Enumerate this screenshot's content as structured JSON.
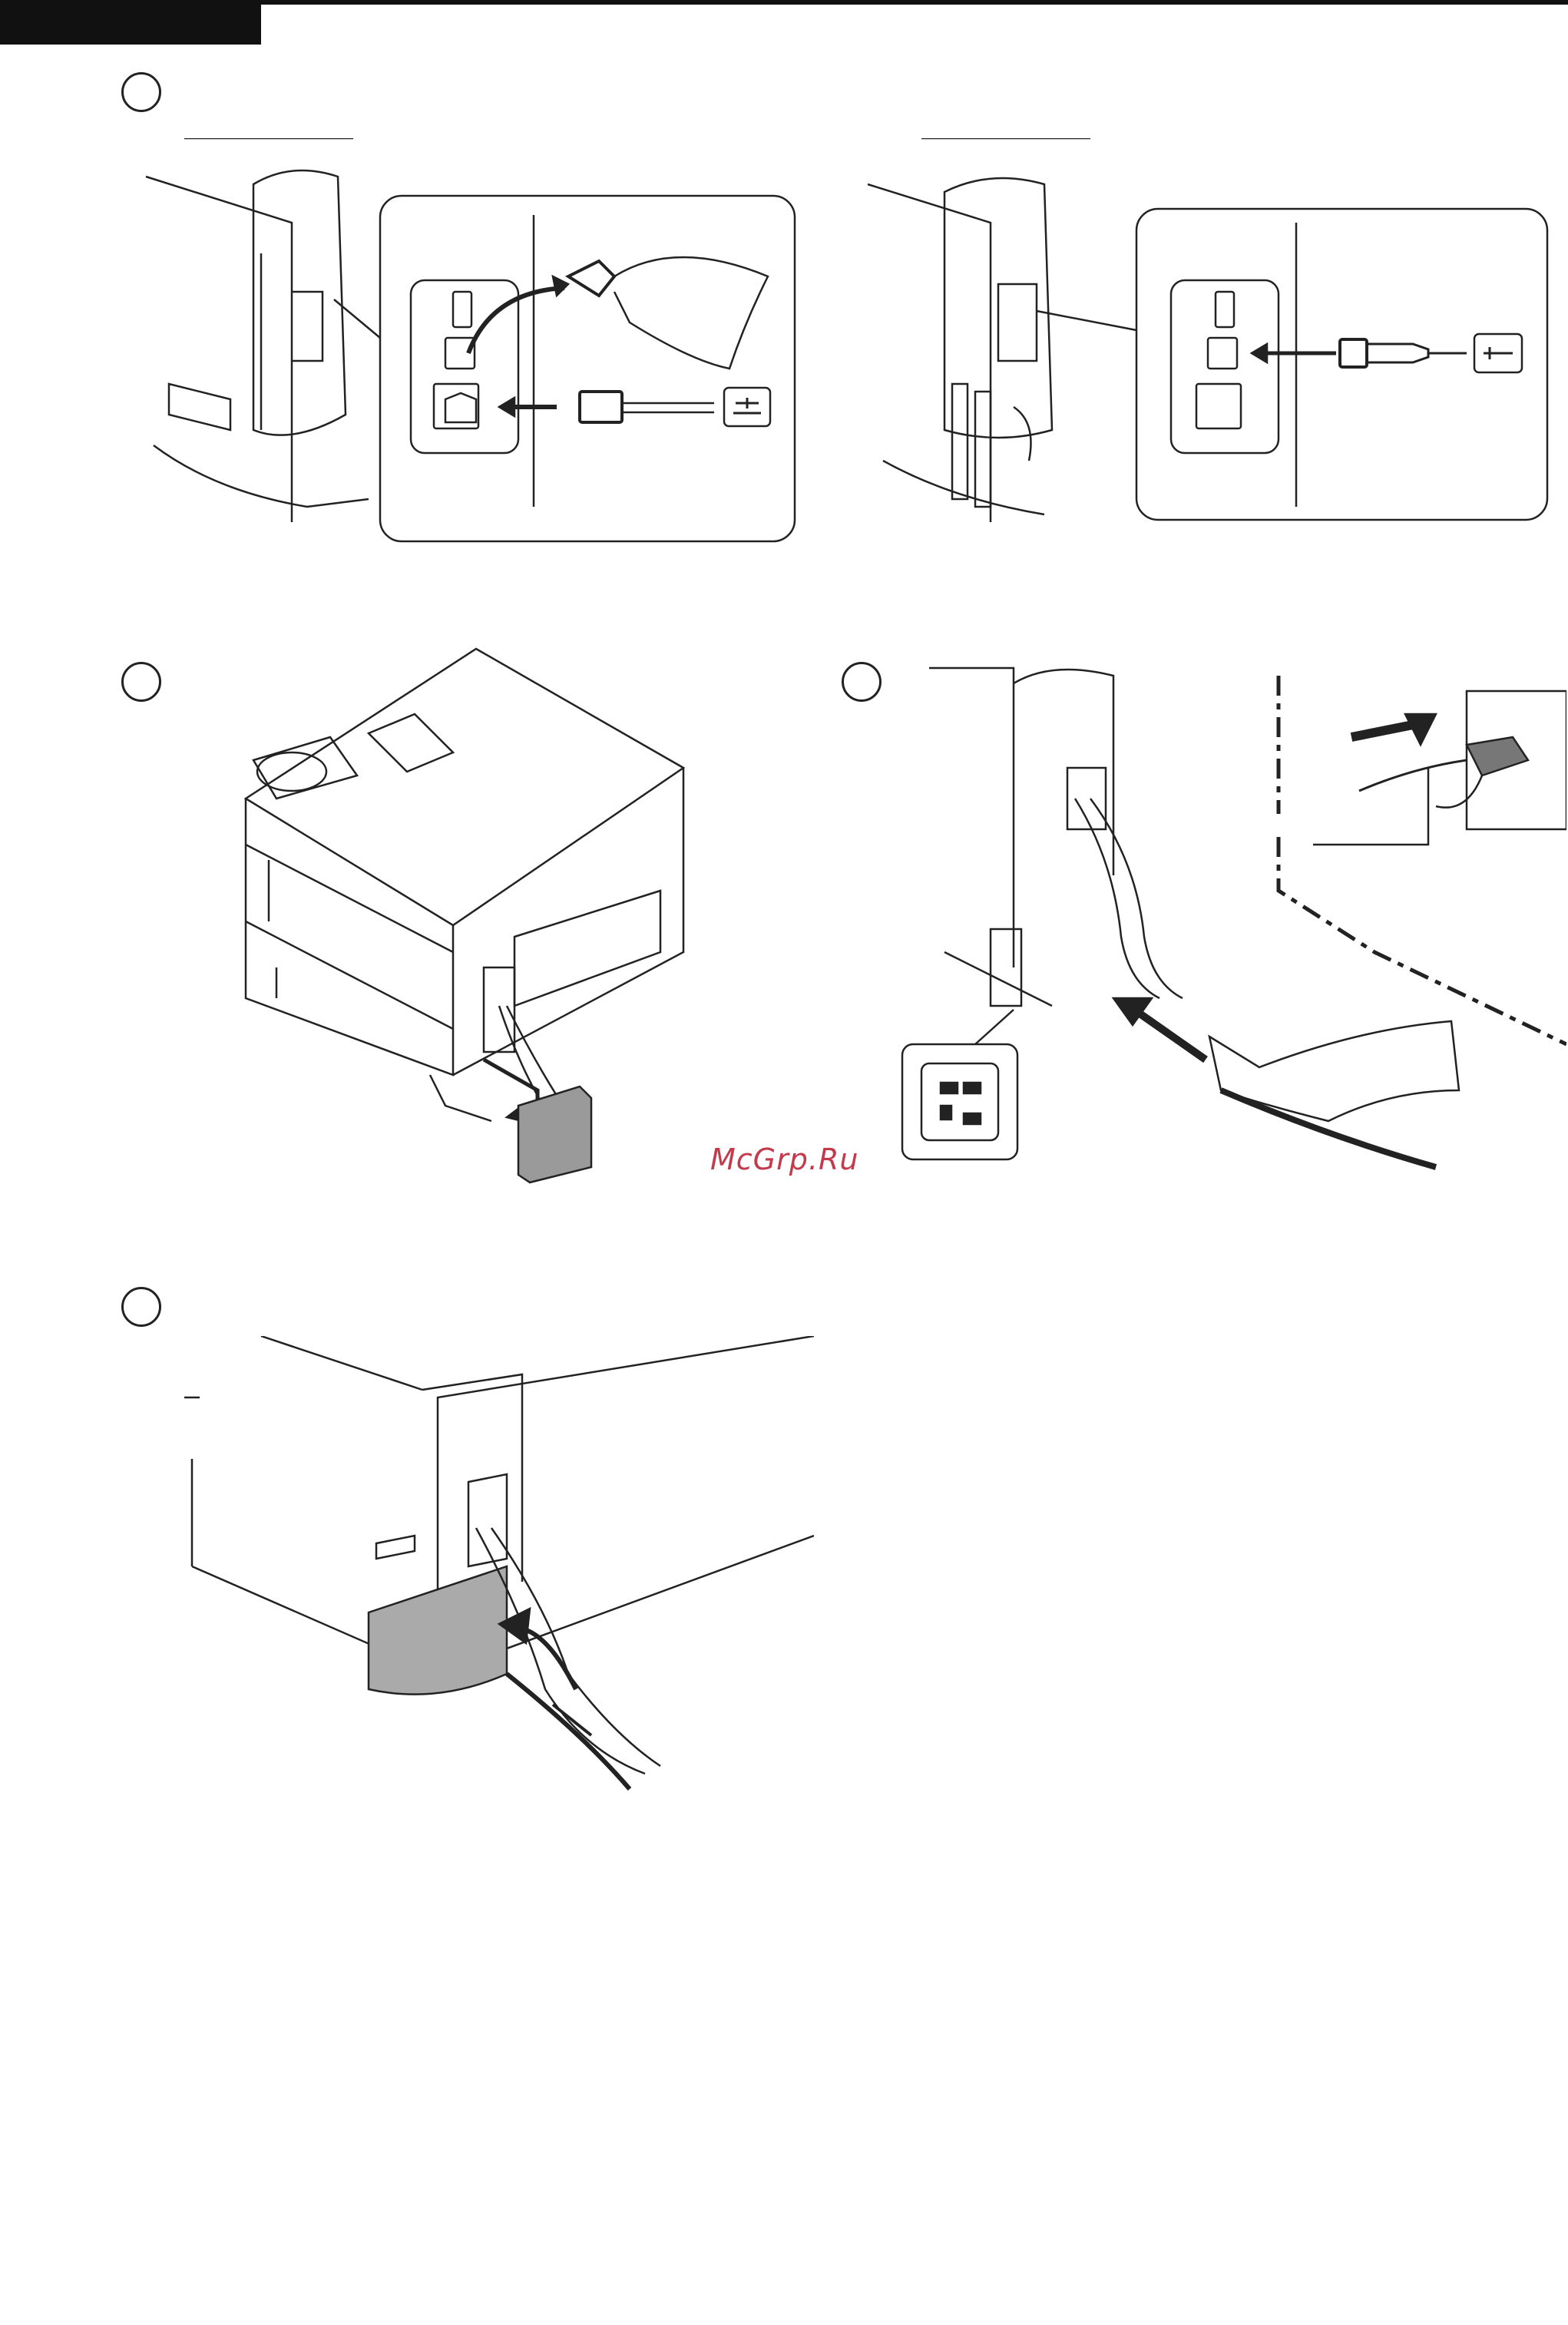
{
  "header": {
    "bar_color": "#111111"
  },
  "watermark": {
    "text": "McGrp.Ru",
    "color": "#c43a4a"
  },
  "panels": [
    {
      "icon": "network-port-connection"
    },
    {
      "icon": "usb-port-connection"
    },
    {
      "icon": "cable-cover-removal"
    },
    {
      "icon": "power-cord-connection"
    },
    {
      "icon": "cable-cover-attach"
    }
  ]
}
